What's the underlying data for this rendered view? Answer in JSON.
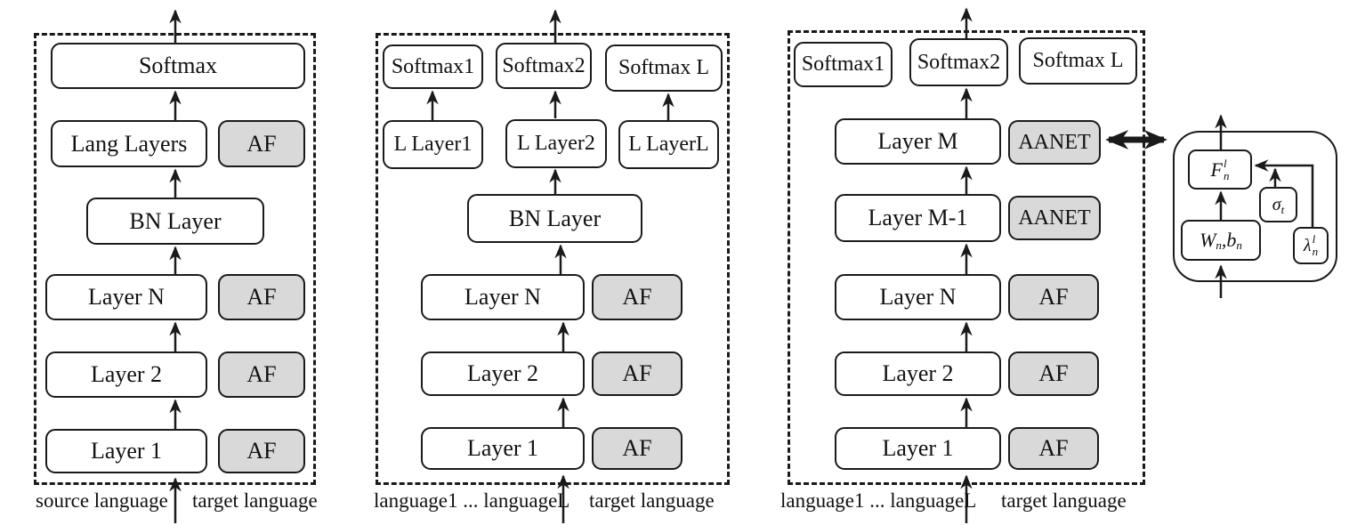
{
  "panel_left": {
    "softmax": "Softmax",
    "lang_layers": "Lang Layers",
    "af_lang": "AF",
    "bn_layer": "BN Layer",
    "layer_n": "Layer N",
    "af_n": "AF",
    "layer_2": "Layer 2",
    "af_2": "AF",
    "layer_1": "Layer 1",
    "af_1": "AF",
    "footer_left": "source language",
    "footer_right": "target language"
  },
  "panel_middle": {
    "softmax_1": "Softmax1",
    "softmax_2": "Softmax2",
    "softmax_l": "Softmax L",
    "l_layer_1": "L Layer1",
    "l_layer_2": "L Layer2",
    "l_layer_l": "L LayerL",
    "bn_layer": "BN Layer",
    "layer_n": "Layer N",
    "af_n": "AF",
    "layer_2": "Layer 2",
    "af_2": "AF",
    "layer_1": "Layer 1",
    "af_1": "AF",
    "footer_left": "language1 ... languageL",
    "footer_right": "target language"
  },
  "panel_right": {
    "softmax_1": "Softmax1",
    "softmax_2": "Softmax2",
    "softmax_l": "Softmax L",
    "layer_m": "Layer M",
    "aanet_m": "AANET",
    "layer_m_minus_1": "Layer M-1",
    "aanet_m_minus_1": "AANET",
    "layer_n": "Layer N",
    "af_n": "AF",
    "layer_2": "Layer 2",
    "af_2": "AF",
    "layer_1": "Layer 1",
    "af_1": "AF",
    "footer_left": "language1 ... languageL",
    "footer_right": "target language"
  },
  "aanet_detail": {
    "f": {
      "base": "F",
      "sup": "l",
      "sub": "n"
    },
    "sigma": {
      "base": "σ",
      "sub": "t"
    },
    "w_b": {
      "w": "W",
      "w_sub": "n",
      "comma": ", ",
      "b": "b",
      "b_sub": "n"
    },
    "lambda": {
      "base": "λ",
      "sup": "l",
      "sub": "n"
    }
  },
  "colors": {
    "stroke": "#1a1a1a",
    "shaded_box_fill": "#d9d9d9",
    "plain_box_fill": "#ffffff"
  }
}
